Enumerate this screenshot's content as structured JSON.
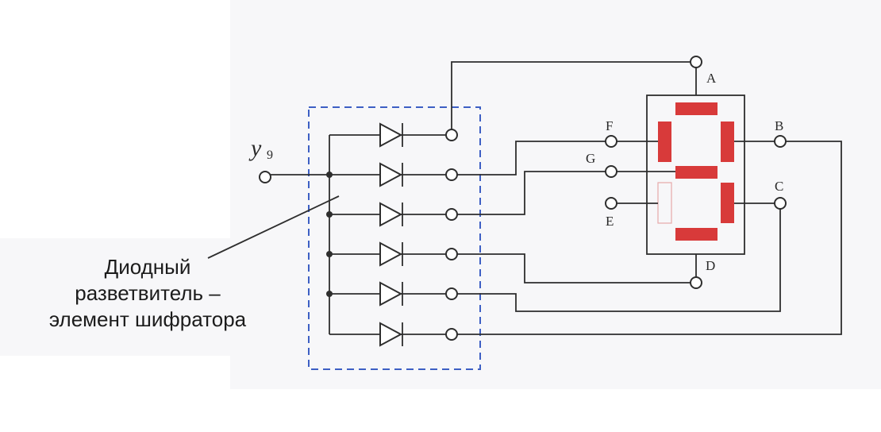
{
  "input_label": "y",
  "input_subscript": "9",
  "caption_lines": [
    "Диодный",
    "разветвитель –",
    "элемент шифратора"
  ],
  "segment_labels": {
    "a": "A",
    "b": "B",
    "c": "C",
    "d": "D",
    "e": "E",
    "f": "F",
    "g": "G"
  },
  "segments_lit": [
    "A",
    "B",
    "C",
    "D",
    "F",
    "G"
  ],
  "segments_unlit": [
    "E"
  ],
  "colors": {
    "segment_on": "#d83a3a",
    "box_border": "#3d5fc4",
    "wire": "#2e2e2e"
  }
}
